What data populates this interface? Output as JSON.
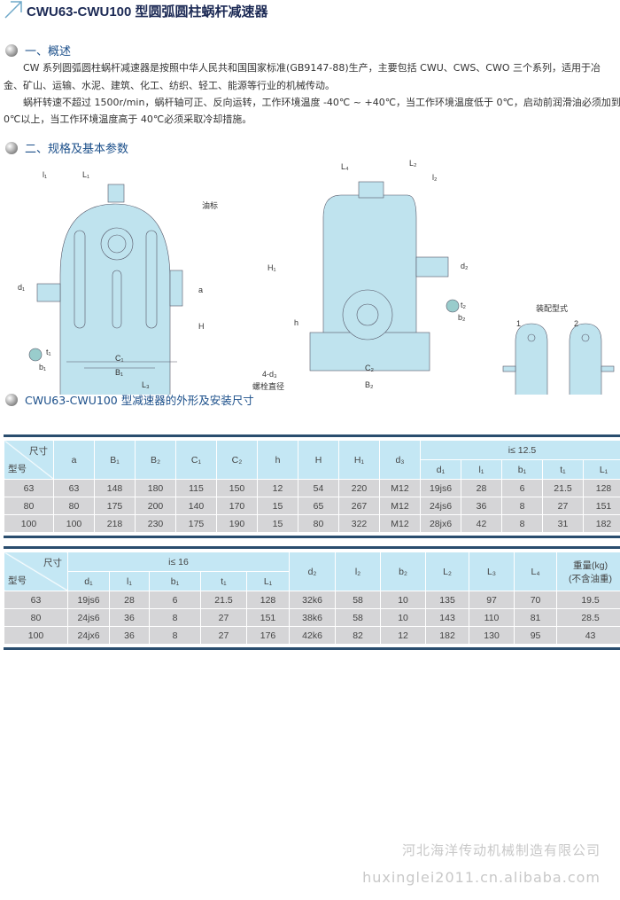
{
  "title": "CWU63-CWU100 型圆弧圆柱蜗杆减速器",
  "sections": {
    "overview": "一、概述",
    "spec": "二、规格及基本参数",
    "dims": "CWU63-CWU100 型减速器的外形及安装尺寸"
  },
  "paragraphs": [
    "CW 系列圆弧圆柱蜗杆减速器是按照中华人民共和国国家标准(GB9147-88)生产，主要包括 CWU、CWS、CWO 三个系列，适用于冶",
    "金、矿山、运输、水泥、建筑、化工、纺织、轻工、能源等行业的机械传动。",
    "蜗杆转速不超过 1500r/min，蜗杆轴可正、反向运转，工作环境温度 -40℃ ~ +40℃，当工作环境温度低于 0℃，启动前润滑油必须加到",
    "0℃以上，当工作环境温度高于 40℃必须采取冷却措施。"
  ],
  "diagram": {
    "L1": "L₁",
    "l1": "l₁",
    "oil": "油标",
    "d1": "d₁",
    "a": "a",
    "H": "H",
    "t1": "t₁",
    "b1": "b₁",
    "C1": "C₁",
    "B1": "B₁",
    "L3": "L₃",
    "L4": "L₄",
    "L2": "L₂",
    "l2": "l₂",
    "H1": "H₁",
    "d2": "d₂",
    "h": "h",
    "t2": "t₂",
    "b2": "b₂",
    "d3": "4-d₃",
    "bolt": "螺栓直径",
    "C2": "C₂",
    "B2": "B₂",
    "mount_title": "装配型式",
    "mount1": "1",
    "mount2": "2"
  },
  "table1": {
    "corner_top": "尺寸",
    "corner_bottom": "型号",
    "group": "i≤ 12.5",
    "headers": [
      "a",
      "B₁",
      "B₂",
      "C₁",
      "C₂",
      "h",
      "H",
      "H₁",
      "d₃"
    ],
    "sub_headers": [
      "d₁",
      "l₁",
      "b₁",
      "t₁",
      "L₁"
    ],
    "rows": [
      [
        "63",
        "63",
        "148",
        "180",
        "115",
        "150",
        "12",
        "54",
        "220",
        "M12",
        "19js6",
        "28",
        "6",
        "21.5",
        "128"
      ],
      [
        "80",
        "80",
        "175",
        "200",
        "140",
        "170",
        "15",
        "65",
        "267",
        "M12",
        "24js6",
        "36",
        "8",
        "27",
        "151"
      ],
      [
        "100",
        "100",
        "218",
        "230",
        "175",
        "190",
        "15",
        "80",
        "322",
        "M12",
        "28jx6",
        "42",
        "8",
        "31",
        "182"
      ]
    ]
  },
  "table2": {
    "corner_top": "尺寸",
    "corner_bottom": "型号",
    "group": "i≤ 16",
    "sub_headers": [
      "d₁",
      "l₁",
      "b₁",
      "t₁",
      "L₁"
    ],
    "headers": [
      "d₂",
      "l₂",
      "b₂",
      "L₂",
      "L₃",
      "L₄"
    ],
    "weight_1": "重量(kg)",
    "weight_2": "(不含油重)",
    "rows": [
      [
        "63",
        "19js6",
        "28",
        "6",
        "21.5",
        "128",
        "32k6",
        "58",
        "10",
        "135",
        "97",
        "70",
        "19.5"
      ],
      [
        "80",
        "24js6",
        "36",
        "8",
        "27",
        "151",
        "38k6",
        "58",
        "10",
        "143",
        "110",
        "81",
        "28.5"
      ],
      [
        "100",
        "24jx6",
        "36",
        "8",
        "27",
        "176",
        "42k6",
        "82",
        "12",
        "182",
        "130",
        "95",
        "43"
      ]
    ]
  },
  "footer": {
    "company": "河北海洋传动机械制造有限公司",
    "site": "huxinglei2011.cn.alibaba.com"
  },
  "colors": {
    "body": "#bfe3ee",
    "header": "#c4e7f4",
    "row": "#d5d5d7",
    "border": "#2a4d6e"
  }
}
